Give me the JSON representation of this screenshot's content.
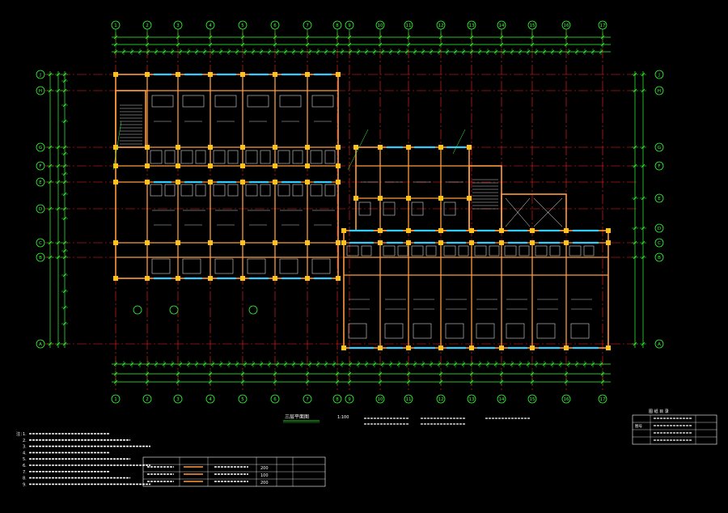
{
  "drawing": {
    "title": "三层平面图",
    "scale": "1:100",
    "colors": {
      "background": "#000000",
      "axis": "#ff2020",
      "wall": "#ff9a3c",
      "dimension": "#33ff33",
      "text": "#ffffff",
      "window": "#33ccff",
      "column": "#ffc21a",
      "fixture": "#ffffff"
    },
    "top_axis_labels": [
      "1",
      "2",
      "3",
      "4",
      "5",
      "6",
      "7",
      "8",
      "9",
      "10",
      "11",
      "12",
      "13",
      "14",
      "15",
      "16",
      "17"
    ],
    "bottom_axis_labels": [
      "1",
      "2",
      "3",
      "4",
      "5",
      "6",
      "7",
      "8",
      "9",
      "10",
      "11",
      "12",
      "13",
      "14",
      "15",
      "16",
      "17"
    ],
    "left_axis_labels": [
      "J",
      "H",
      "G",
      "F",
      "E",
      "D",
      "C",
      "B",
      "A"
    ],
    "right_axis_labels": [
      "J",
      "H",
      "G",
      "F",
      "E",
      "D",
      "C",
      "B",
      "A"
    ]
  },
  "notes": {
    "heading": "注：",
    "lines": [
      "1.",
      "2.",
      "3.",
      "4.",
      "5.",
      "6.",
      "7.",
      "8.",
      "9."
    ]
  },
  "legend": {
    "title": "三层平面图",
    "rows": [
      {
        "name": "",
        "symbol": "wall",
        "desc": "",
        "value": "200"
      },
      {
        "name": "",
        "symbol": "wall",
        "desc": "",
        "value": "100"
      },
      {
        "name": "",
        "symbol": "wall",
        "desc": "",
        "value": "200"
      }
    ]
  },
  "title_block": {
    "heading": "图 纸 目 录",
    "rows": [
      {
        "label": "",
        "value": ""
      },
      {
        "label": "图号",
        "value": ""
      },
      {
        "label": "",
        "value": ""
      },
      {
        "label": "",
        "value": ""
      }
    ]
  }
}
